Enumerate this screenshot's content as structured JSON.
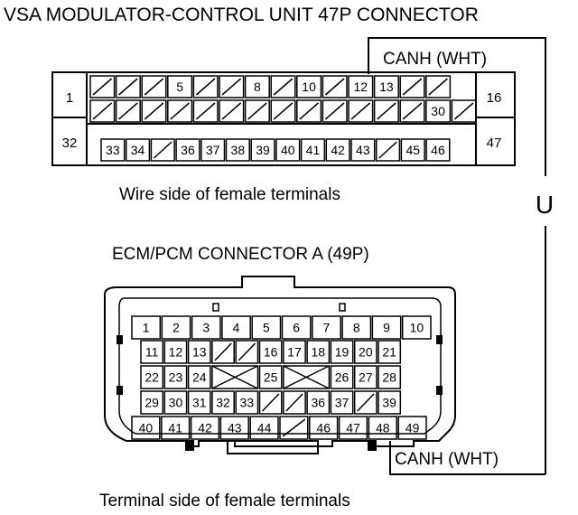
{
  "title": "VSA MODULATOR-CONTROL UNIT 47P CONNECTOR",
  "vsa": {
    "canh_label": "CANH (WHT)",
    "caption": "Wire side of female terminals",
    "end_labels": [
      "1",
      "16",
      "32",
      "47"
    ],
    "row1": [
      {
        "slot": 0,
        "label": "",
        "blank": true
      },
      {
        "slot": 1,
        "label": "",
        "blank": true
      },
      {
        "slot": 2,
        "label": "",
        "blank": true
      },
      {
        "slot": 3,
        "label": "5",
        "blank": false
      },
      {
        "slot": 4,
        "label": "",
        "blank": true
      },
      {
        "slot": 5,
        "label": "",
        "blank": true
      },
      {
        "slot": 6,
        "label": "8",
        "blank": false
      },
      {
        "slot": 7,
        "label": "",
        "blank": true
      },
      {
        "slot": 8,
        "label": "10",
        "blank": false
      },
      {
        "slot": 9,
        "label": "",
        "blank": true
      },
      {
        "slot": 10,
        "label": "12",
        "blank": false
      },
      {
        "slot": 11,
        "label": "13",
        "blank": false
      },
      {
        "slot": 12,
        "label": "",
        "blank": true
      },
      {
        "slot": 13,
        "label": "",
        "blank": true
      }
    ],
    "row2_label": "30",
    "row3": [
      {
        "slot": 0,
        "label": "33",
        "blank": false
      },
      {
        "slot": 1,
        "label": "34",
        "blank": false
      },
      {
        "slot": 2,
        "label": "",
        "blank": true
      },
      {
        "slot": 3,
        "label": "36",
        "blank": false
      },
      {
        "slot": 4,
        "label": "37",
        "blank": false
      },
      {
        "slot": 5,
        "label": "38",
        "blank": false
      },
      {
        "slot": 6,
        "label": "39",
        "blank": false
      },
      {
        "slot": 7,
        "label": "40",
        "blank": false
      },
      {
        "slot": 8,
        "label": "41",
        "blank": false
      },
      {
        "slot": 9,
        "label": "42",
        "blank": false
      },
      {
        "slot": 10,
        "label": "43",
        "blank": false
      },
      {
        "slot": 11,
        "label": "",
        "blank": true
      },
      {
        "slot": 12,
        "label": "45",
        "blank": false
      },
      {
        "slot": 13,
        "label": "46",
        "blank": false
      }
    ]
  },
  "link_symbol": "U",
  "ecm": {
    "title": "ECM/PCM CONNECTOR A (49P)",
    "canh_label": "CANH (WHT)",
    "caption": "Terminal side of female terminals",
    "row1": [
      "1",
      "2",
      "3",
      "4",
      "5",
      "6",
      "7",
      "8",
      "9",
      "10"
    ],
    "row2": [
      "11",
      "12",
      "13",
      "",
      "",
      "16",
      "17",
      "18",
      "19",
      "20",
      "21"
    ],
    "row3": [
      "22",
      "23",
      "24",
      "",
      "25",
      "",
      "26",
      "27",
      "28"
    ],
    "row4": [
      "29",
      "30",
      "31",
      "32",
      "33",
      "",
      "",
      "36",
      "37",
      "",
      "39"
    ],
    "row5": [
      "40",
      "41",
      "42",
      "43",
      "44",
      "",
      "46",
      "47",
      "48",
      "49"
    ]
  }
}
